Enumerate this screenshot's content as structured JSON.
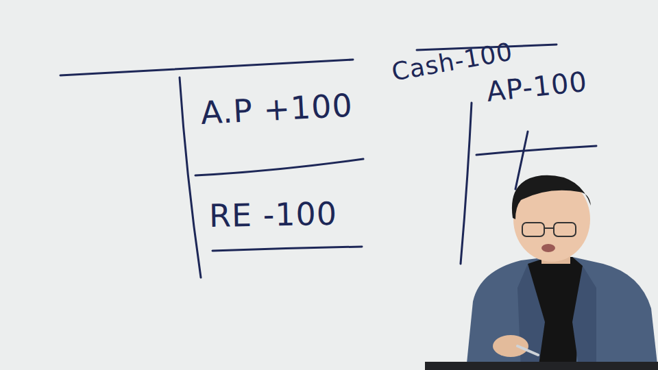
{
  "diagram": {
    "labels": [
      "A.P +100",
      "RE -100",
      "Cash-100",
      "AP-100"
    ]
  }
}
